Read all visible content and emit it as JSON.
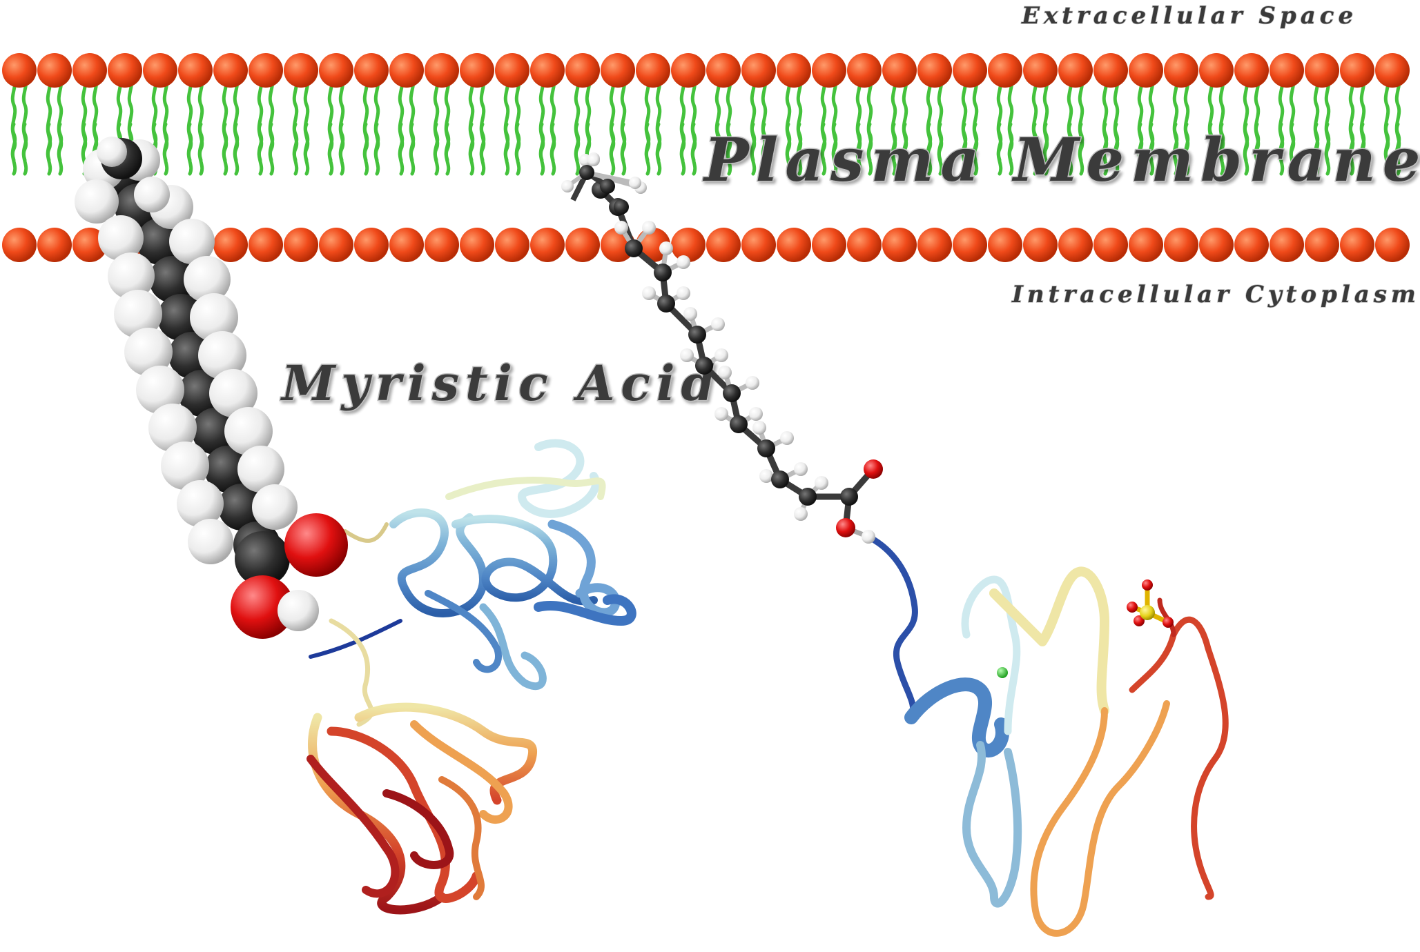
{
  "labels": {
    "extracellular": "Extracellular Space",
    "membrane": "Plasma Membrane",
    "intracellular": "Intracellular Cytoplasm",
    "myristic": "Myristic Acid"
  },
  "colors": {
    "lipid_head": "#f04a1a",
    "lipid_tail": "#44c23c",
    "carbon": "#2e2e2e",
    "hydrogen": "#f2f2f2",
    "oxygen": "#e01010",
    "sulfur": "#e6d21a",
    "ion": "#2fd12f",
    "ribbon_gradient": [
      "#1d3a9a",
      "#4f86c6",
      "#bfe3ea",
      "#efe6a6",
      "#eea151",
      "#d4442a",
      "#9c1418"
    ]
  },
  "icons": [
    "lipid-bilayer",
    "space-filling-molecule",
    "ball-and-stick-molecule",
    "protein-ribbon",
    "phosphate-group",
    "metal-ion"
  ]
}
